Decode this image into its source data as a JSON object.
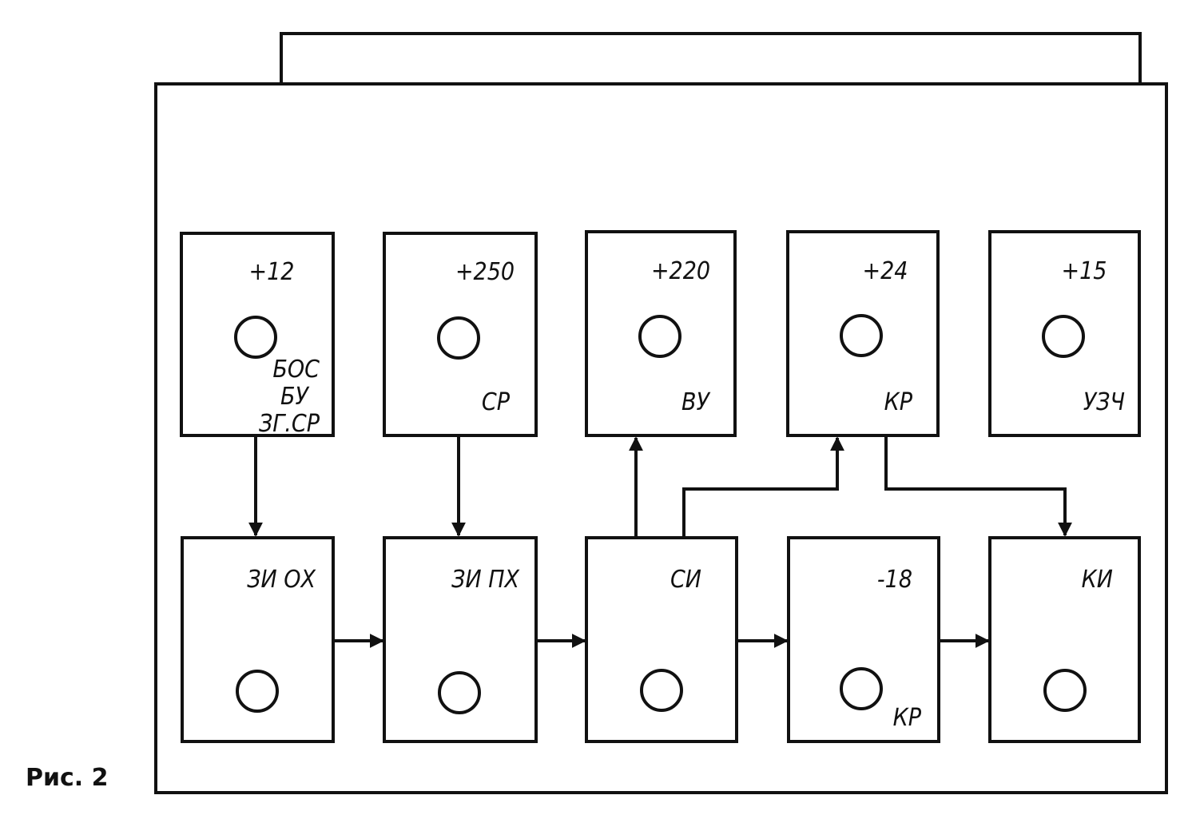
{
  "caption": "Рис. 2",
  "top_row": [
    {
      "id": "p12",
      "voltage": "+12",
      "labels": [
        "БОС",
        "БУ",
        "ЗГ.СР"
      ]
    },
    {
      "id": "p250",
      "voltage": "+250",
      "labels": [
        "СР"
      ]
    },
    {
      "id": "p220",
      "voltage": "+220",
      "labels": [
        "ВУ"
      ]
    },
    {
      "id": "p24",
      "voltage": "+24",
      "labels": [
        "КР"
      ]
    },
    {
      "id": "p15",
      "voltage": "+15",
      "labels": [
        "УЗЧ"
      ]
    }
  ],
  "bottom_row": [
    {
      "id": "zi_oh",
      "title": "ЗИ ОХ",
      "sublabel": ""
    },
    {
      "id": "zi_ph",
      "title": "ЗИ ПХ",
      "sublabel": ""
    },
    {
      "id": "si",
      "title": "СИ",
      "sublabel": ""
    },
    {
      "id": "m18",
      "title": "-18",
      "sublabel": "КР"
    },
    {
      "id": "ki",
      "title": "КИ",
      "sublabel": ""
    }
  ]
}
